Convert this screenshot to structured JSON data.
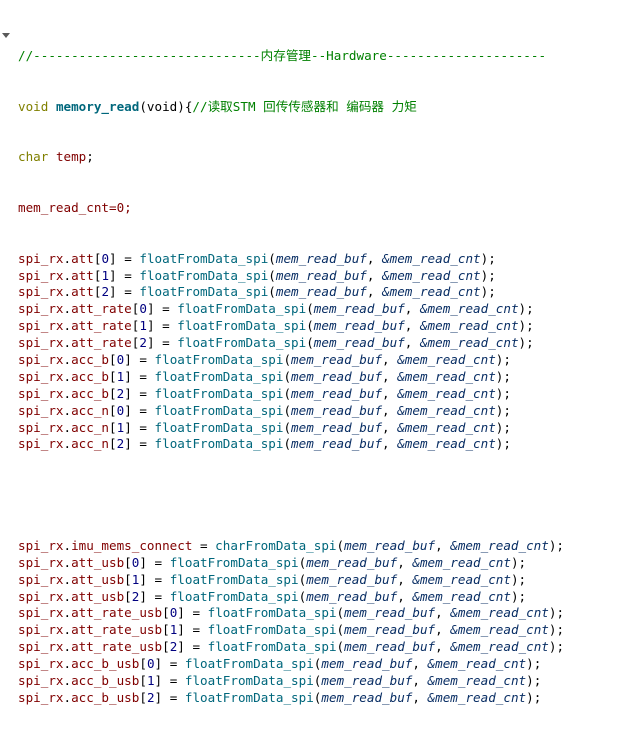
{
  "editor": {
    "comment_header": "//------------------------------内存管理--Hardware---------------------",
    "func_keyword": "void",
    "func_name": "memory_read",
    "func_params": "(void){",
    "func_comment": "//读取STM 回传传感器和 编码器 力矩",
    "decl_type": "char",
    "decl_name": "temp",
    "decl_end": ";",
    "init_line": "mem_read_cnt=0;",
    "object": "spi_rx",
    "buf_arg": "mem_read_buf",
    "cnt_arg": "&mem_read_cnt",
    "float_fn": "floatFromData_spi",
    "char_fn": "charFromData_spi",
    "group1": [
      {
        "member": "att",
        "index": "0",
        "fn": "floatFromData_spi"
      },
      {
        "member": "att",
        "index": "1",
        "fn": "floatFromData_spi"
      },
      {
        "member": "att",
        "index": "2",
        "fn": "floatFromData_spi"
      },
      {
        "member": "att_rate",
        "index": "0",
        "fn": "floatFromData_spi"
      },
      {
        "member": "att_rate",
        "index": "1",
        "fn": "floatFromData_spi"
      },
      {
        "member": "att_rate",
        "index": "2",
        "fn": "floatFromData_spi"
      },
      {
        "member": "acc_b",
        "index": "0",
        "fn": "floatFromData_spi"
      },
      {
        "member": "acc_b",
        "index": "1",
        "fn": "floatFromData_spi"
      },
      {
        "member": "acc_b",
        "index": "2",
        "fn": "floatFromData_spi"
      },
      {
        "member": "acc_n",
        "index": "0",
        "fn": "floatFromData_spi"
      },
      {
        "member": "acc_n",
        "index": "1",
        "fn": "floatFromData_spi"
      },
      {
        "member": "acc_n",
        "index": "2",
        "fn": "floatFromData_spi"
      }
    ],
    "group2": [
      {
        "member": "imu_mems_connect",
        "index": "",
        "fn": "charFromData_spi"
      },
      {
        "member": "att_usb",
        "index": "0",
        "fn": "floatFromData_spi"
      },
      {
        "member": "att_usb",
        "index": "1",
        "fn": "floatFromData_spi"
      },
      {
        "member": "att_usb",
        "index": "2",
        "fn": "floatFromData_spi"
      },
      {
        "member": "att_rate_usb",
        "index": "0",
        "fn": "floatFromData_spi"
      },
      {
        "member": "att_rate_usb",
        "index": "1",
        "fn": "floatFromData_spi"
      },
      {
        "member": "att_rate_usb",
        "index": "2",
        "fn": "floatFromData_spi"
      },
      {
        "member": "acc_b_usb",
        "index": "0",
        "fn": "floatFromData_spi"
      },
      {
        "member": "acc_b_usb",
        "index": "1",
        "fn": "floatFromData_spi"
      },
      {
        "member": "acc_b_usb",
        "index": "2",
        "fn": "floatFromData_spi"
      }
    ],
    "colors": {
      "comment": "#008000",
      "keyword": "#808000",
      "function_def": "#00677c",
      "member": "#800000",
      "argument": "#092e64"
    }
  }
}
